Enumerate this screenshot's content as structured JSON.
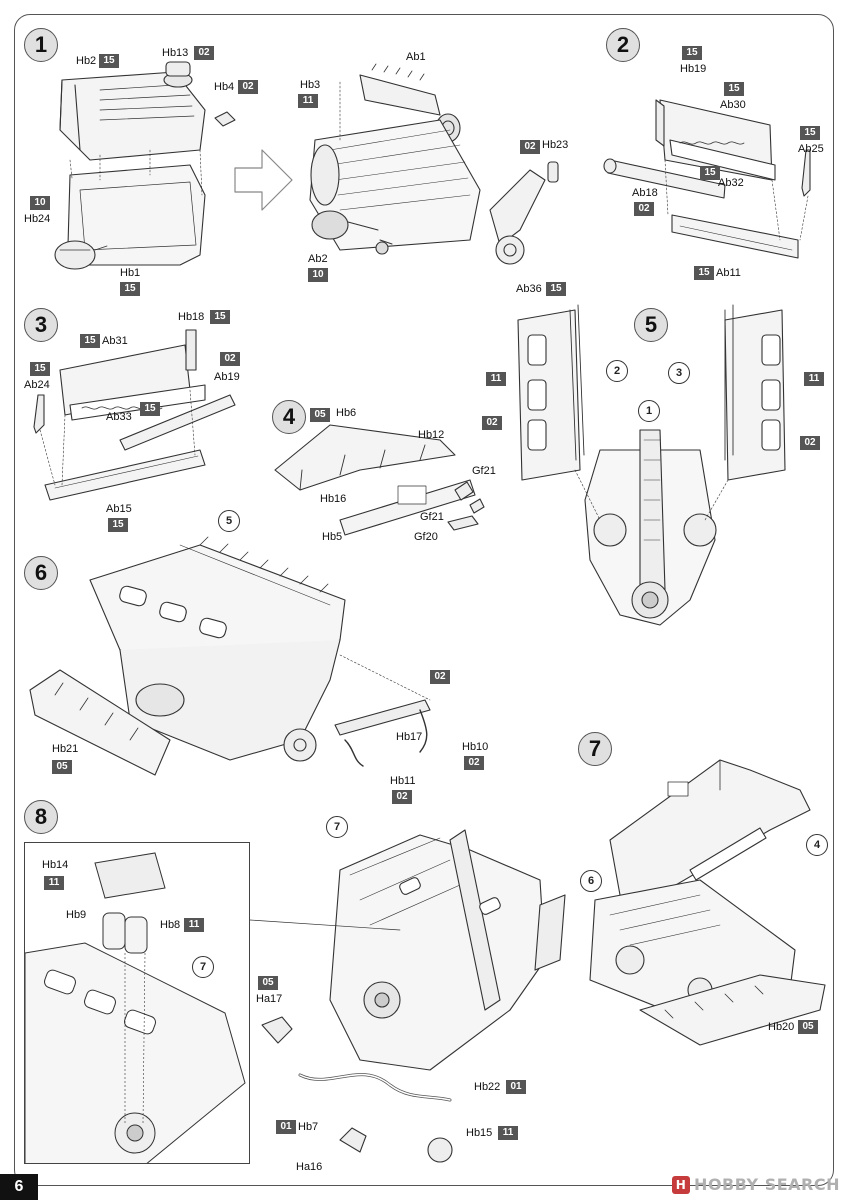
{
  "steps": [
    "1",
    "2",
    "3",
    "4",
    "5",
    "6",
    "7",
    "8"
  ],
  "callouts": {
    "step5_1": "1",
    "step5_2": "2",
    "step5_3": "3",
    "step6_5": "5",
    "step7_4": "4",
    "step7_6": "6",
    "step8_7a": "7",
    "step8_7b": "7"
  },
  "parts": {
    "hb2": "Hb2",
    "hb13": "Hb13",
    "hb4": "Hb4",
    "hb24": "Hb24",
    "hb1": "Hb1",
    "ab1": "Ab1",
    "hb3": "Hb3",
    "hb23": "Hb23",
    "ab2": "Ab2",
    "ab36": "Ab36",
    "hb19": "Hb19",
    "ab30": "Ab30",
    "ab25": "Ab25",
    "ab32": "Ab32",
    "ab18": "Ab18",
    "ab11": "Ab11",
    "hb18": "Hb18",
    "ab31": "Ab31",
    "ab24": "Ab24",
    "ab19": "Ab19",
    "ab33": "Ab33",
    "ab15": "Ab15",
    "hb6": "Hb6",
    "hb12": "Hb12",
    "hb16": "Hb16",
    "gf21a": "Gf21",
    "gf21b": "Gf21",
    "hb5": "Hb5",
    "gf20": "Gf20",
    "hb21": "Hb21",
    "hb17": "Hb17",
    "hb10": "Hb10",
    "hb11": "Hb11",
    "hb14": "Hb14",
    "hb9": "Hb9",
    "hb8": "Hb8",
    "ha17": "Ha17",
    "hb22": "Hb22",
    "hb7": "Hb7",
    "hb15": "Hb15",
    "ha16": "Ha16",
    "hb20": "Hb20"
  },
  "sprues": {
    "hb2": "15",
    "hb13": "02",
    "hb4": "02",
    "hb24": "10",
    "hb1": "15",
    "hb3": "11",
    "hb23": "02",
    "ab2": "10",
    "ab36": "15",
    "hb19": "15",
    "ab30": "15",
    "ab25": "15",
    "ab32": "15",
    "ab18": "02",
    "ab11": "15",
    "hb18": "15",
    "ab31": "15",
    "ab24": "15",
    "ab19": "02",
    "ab33": "15",
    "ab15": "15",
    "hb6": "05",
    "s5_11a": "11",
    "s5_02a": "02",
    "s5_11b": "11",
    "s5_02b": "02",
    "hb21": "05",
    "hb17": "02",
    "hb10": "02",
    "hb11": "02",
    "hb14": "11",
    "hb8": "11",
    "ha17": "05",
    "hb22": "01",
    "hb7": "01",
    "hb15": "11",
    "hb20": "05"
  },
  "page_number": "6",
  "watermark": "HOBBY SEARCH",
  "watermark_logo": "H",
  "colors": {
    "badge": "#555555",
    "step_fill": "#e0e0e0",
    "line_art": "#333333"
  }
}
